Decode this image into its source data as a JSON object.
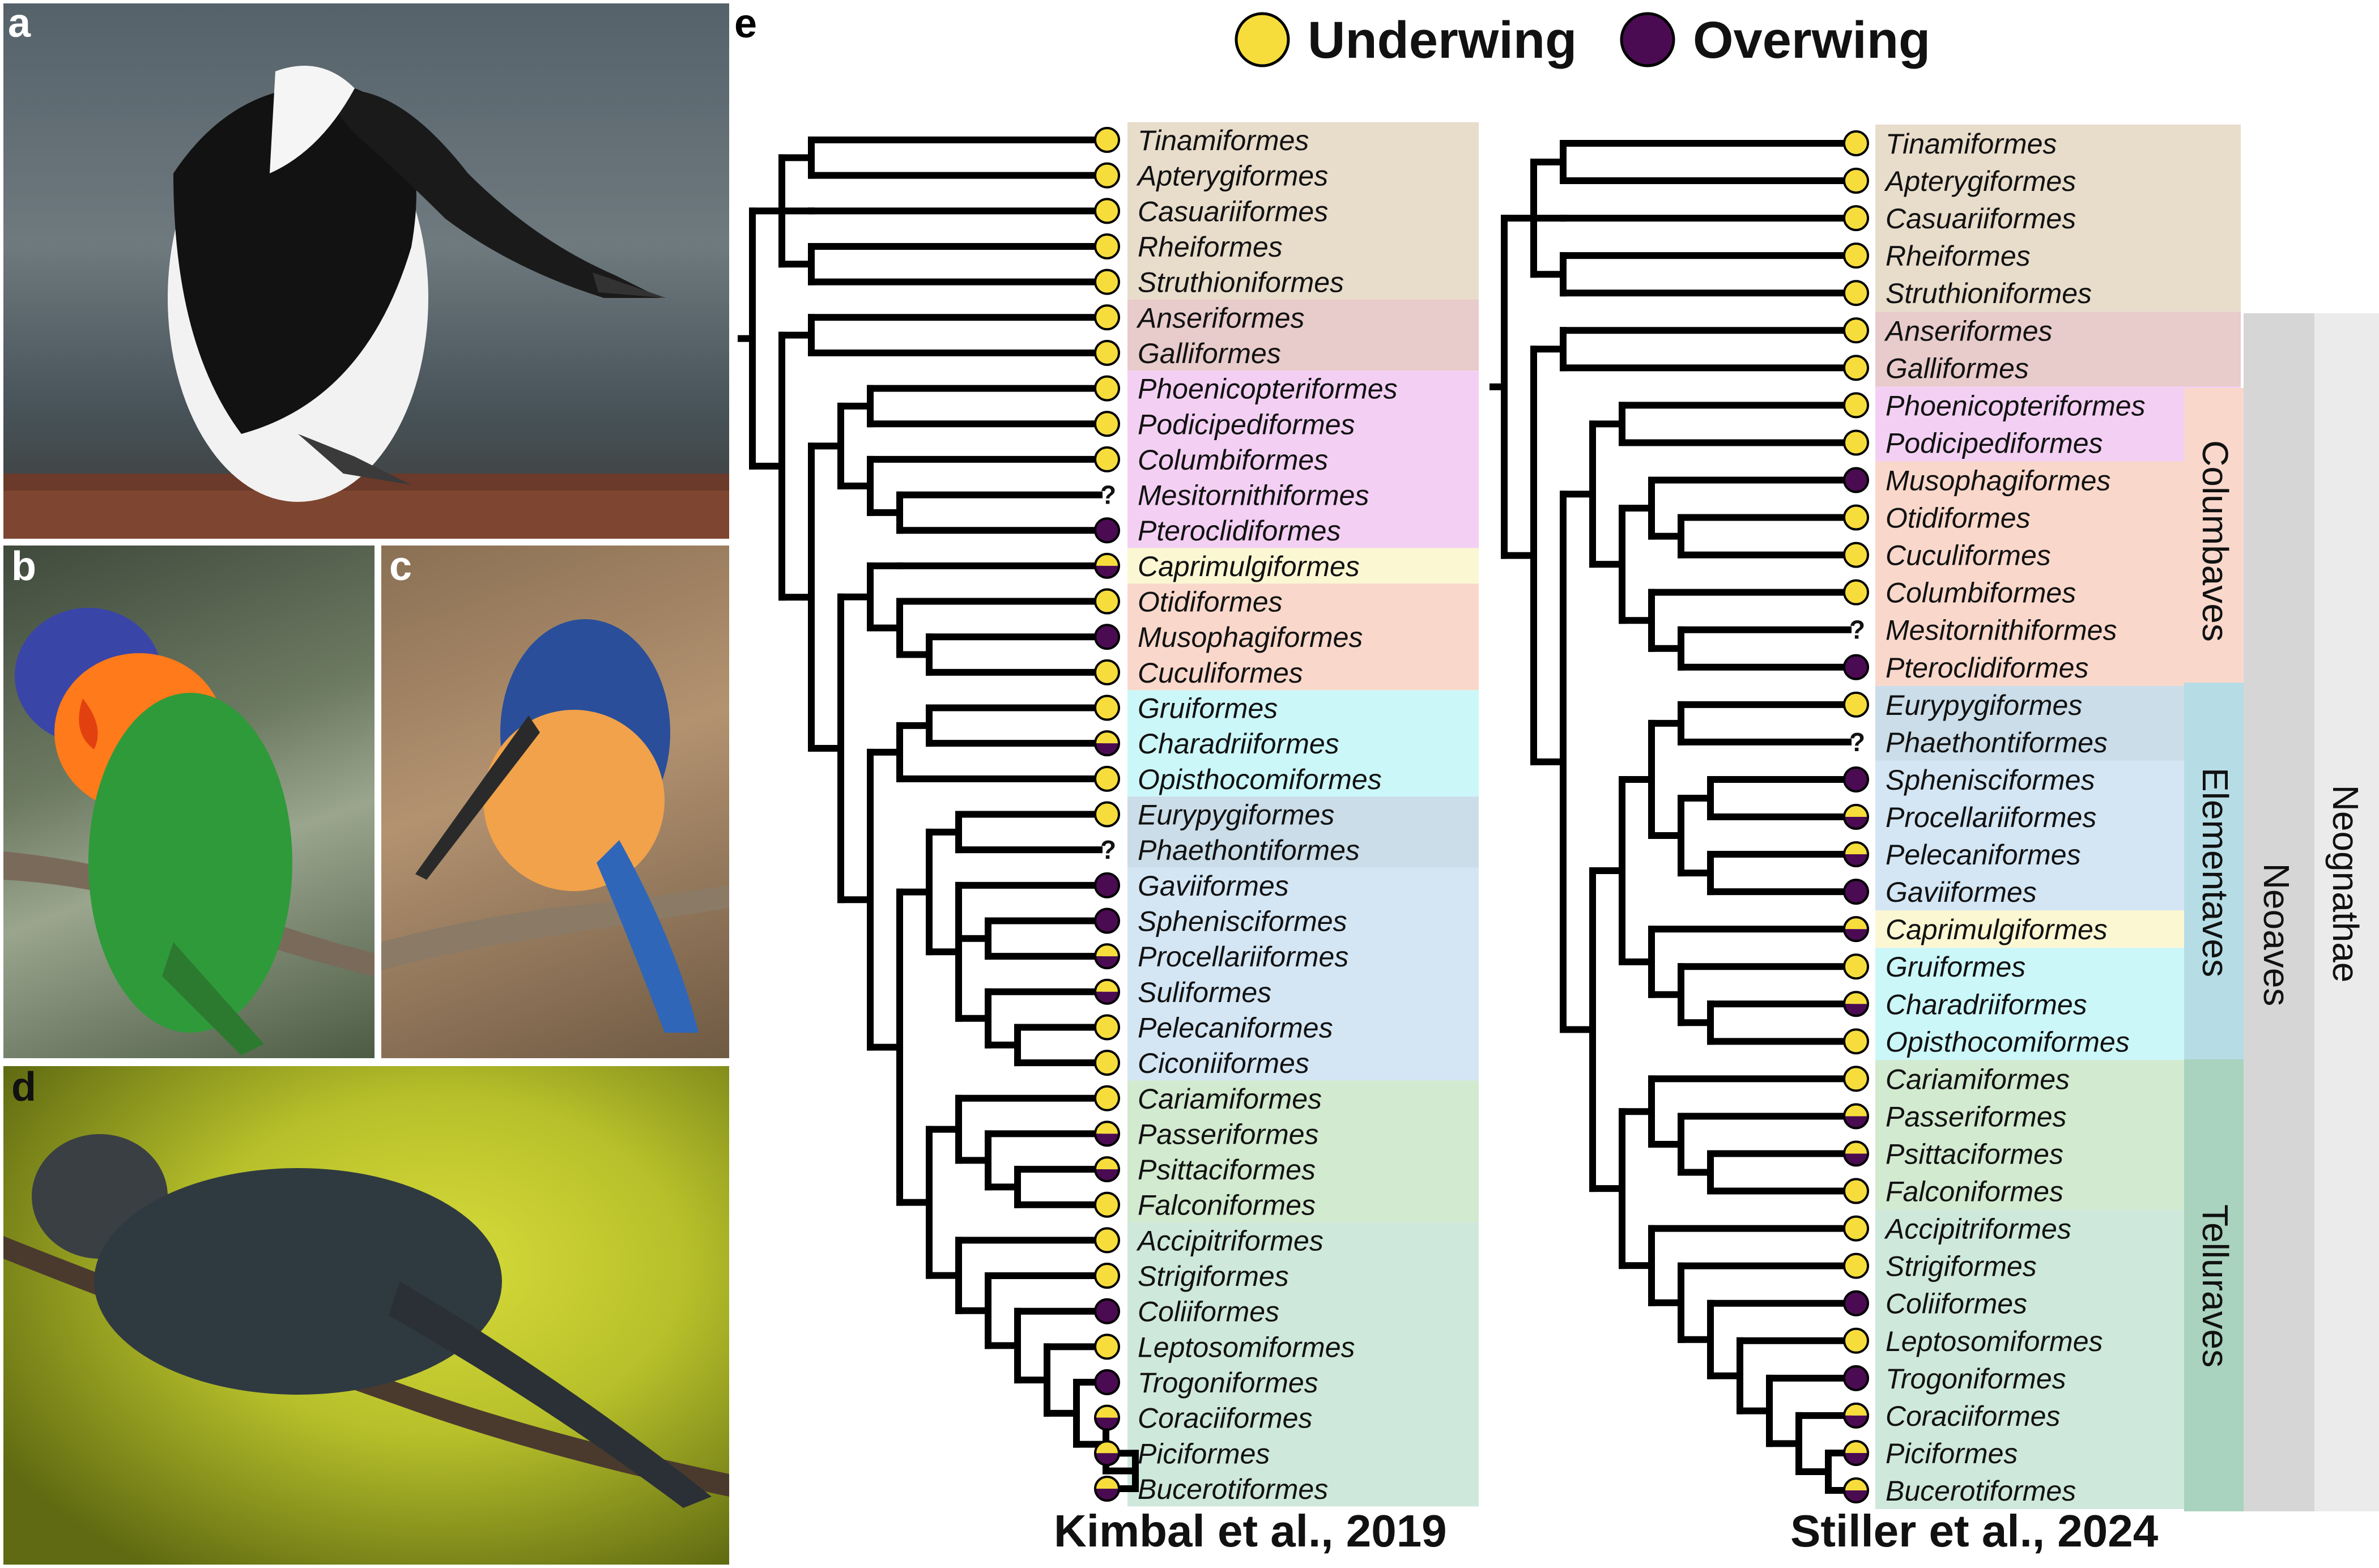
{
  "panels": {
    "a": "a",
    "b": "b",
    "c": "c",
    "d": "d",
    "e": "e"
  },
  "legend": {
    "items": [
      {
        "label": "Underwing",
        "color": "#f7dd3c"
      },
      {
        "label": "Overwing",
        "color": "#4b0b52"
      }
    ]
  },
  "trees": [
    {
      "citation": "Kimbal et al., 2019",
      "taxa": [
        "Tinamiformes",
        "Apterygiformes",
        "Casuariiformes",
        "Rheiformes",
        "Struthioniformes",
        "Anseriformes",
        "Galliformes",
        "Phoenicopteriformes",
        "Podicipediformes",
        "Columbiformes",
        "Mesitornithiformes",
        "Pteroclidiformes",
        "Caprimulgiformes",
        "Otidiformes",
        "Musophagiformes",
        "Cuculiformes",
        "Gruiformes",
        "Charadriiformes",
        "Opisthocomiformes",
        "Eurypygiformes",
        "Phaethontiformes",
        "Gaviiformes",
        "Sphenisciformes",
        "Procellariiformes",
        "Suliformes",
        "Pelecaniformes",
        "Ciconiiformes",
        "Cariamiformes",
        "Passeriformes",
        "Psittaciformes",
        "Falconiformes",
        "Accipitriformes",
        "Strigiformes",
        "Coliiformes",
        "Leptosomiformes",
        "Trogoniformes",
        "Coraciiformes",
        "Piciformes",
        "Bucerotiformes"
      ],
      "states": [
        "U",
        "U",
        "U",
        "U",
        "U",
        "U",
        "U",
        "U",
        "U",
        "U",
        "?",
        "O",
        "H",
        "U",
        "O",
        "U",
        "U",
        "H",
        "U",
        "U",
        "?",
        "O",
        "O",
        "H",
        "H",
        "U",
        "U",
        "U",
        "H",
        "H",
        "U",
        "U",
        "U",
        "O",
        "U",
        "O",
        "H",
        "H",
        "H"
      ]
    },
    {
      "citation": "Stiller et al., 2024",
      "taxa": [
        "Tinamiformes",
        "Apterygiformes",
        "Casuariiformes",
        "Rheiformes",
        "Struthioniformes",
        "Anseriformes",
        "Galliformes",
        "Phoenicopteriformes",
        "Podicipediformes",
        "Musophagiformes",
        "Otidiformes",
        "Cuculiformes",
        "Columbiformes",
        "Mesitornithiformes",
        "Pteroclidiformes",
        "Eurypygiformes",
        "Phaethontiformes",
        "Sphenisciformes",
        "Procellariiformes",
        "Pelecaniformes",
        "Gaviiformes",
        "Caprimulgiformes",
        "Gruiformes",
        "Charadriiformes",
        "Opisthocomiformes",
        "Cariamiformes",
        "Passeriformes",
        "Psittaciformes",
        "Falconiformes",
        "Accipitriformes",
        "Strigiformes",
        "Coliiformes",
        "Leptosomiformes",
        "Trogoniformes",
        "Coraciiformes",
        "Piciformes",
        "Bucerotiformes"
      ],
      "states": [
        "U",
        "U",
        "U",
        "U",
        "U",
        "U",
        "U",
        "U",
        "U",
        "O",
        "U",
        "U",
        "U",
        "?",
        "O",
        "U",
        "?",
        "O",
        "H",
        "H",
        "O",
        "H",
        "U",
        "H",
        "U",
        "U",
        "H",
        "H",
        "U",
        "U",
        "U",
        "O",
        "U",
        "O",
        "H",
        "H",
        "H"
      ]
    }
  ],
  "clades": {
    "columbaves": "Columbaves",
    "elementaves": "Elementaves",
    "telluraves": "Telluraves",
    "neoaves": "Neoaves",
    "neognathae": "Neognathae"
  },
  "colors": {
    "palaeognath": "#e8dccb",
    "galloanserae": "#e8cbcb",
    "columbea": "#f3d0f3",
    "caprimulg": "#fbf7d3",
    "otid": "#f9d8cb",
    "gruiform": "#ccf7f9",
    "eurypyg": "#cadde8",
    "aequornithes": "#d4e6f4",
    "australaves": "#d2eacf",
    "afroaves": "#cfe8dc",
    "branch": "#000000"
  }
}
